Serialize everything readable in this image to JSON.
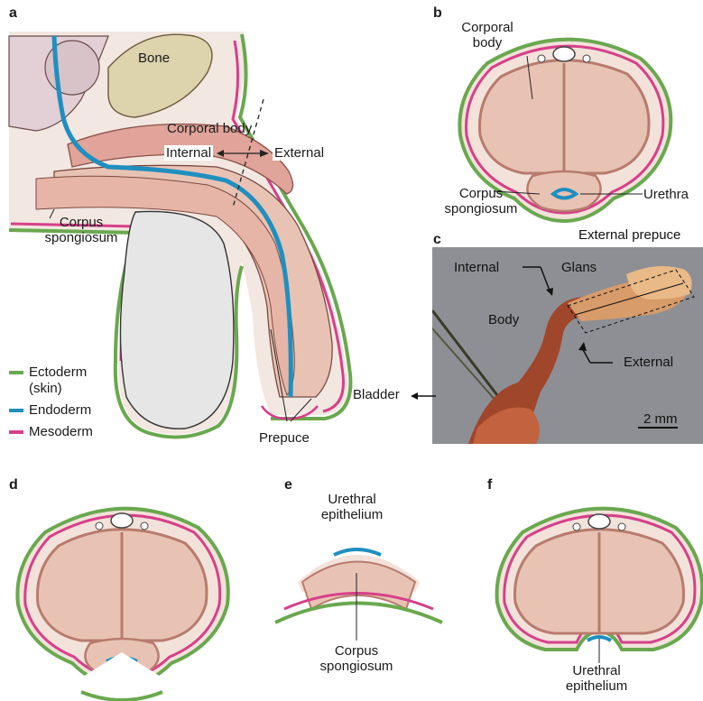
{
  "panels": {
    "a": {
      "letter": "a",
      "labels": {
        "bone": "Bone",
        "corporal_body": "Corporal body",
        "internal": "Internal",
        "external": "External",
        "corpus_line1": "Corpus",
        "corpus_line2": "spongiosum",
        "prepuce": "Prepuce"
      },
      "legend": [
        {
          "line1": "Ectoderm",
          "line2": "(skin)",
          "color": "#6aa84f"
        },
        {
          "line1": "Endoderm",
          "line2": "",
          "color": "#1f8fbf"
        },
        {
          "line1": "Mesoderm",
          "line2": "",
          "color": "#d6408a"
        }
      ]
    },
    "b": {
      "letter": "b",
      "labels": {
        "corporal_line1": "Corporal",
        "corporal_line2": "body",
        "corpus_line1": "Corpus",
        "corpus_line2": "spongiosum",
        "urethra": "Urethra"
      }
    },
    "c": {
      "letter": "c",
      "labels": {
        "external_prepuce": "External prepuce",
        "internal": "Internal",
        "glans": "Glans",
        "body": "Body",
        "external": "External",
        "bladder": "Bladder",
        "scale": "2 mm"
      }
    },
    "d": {
      "letter": "d"
    },
    "e": {
      "letter": "e",
      "labels": {
        "urethral_line1": "Urethral",
        "urethral_line2": "epithelium",
        "corpus_line1": "Corpus",
        "corpus_line2": "spongiosum"
      }
    },
    "f": {
      "letter": "f",
      "labels": {
        "urethral_line1": "Urethral",
        "urethral_line2": "epithelium"
      }
    }
  },
  "colors": {
    "ectoderm": "#6aa84f",
    "endoderm": "#1f8fbf",
    "mesoderm": "#d6408a",
    "tissue": "#e8c3b4",
    "tissue_dark": "#c98f80",
    "bone": "#ddd3ad",
    "scrotum": "#e6e6e6",
    "photo_bg": "#8e8f94"
  }
}
